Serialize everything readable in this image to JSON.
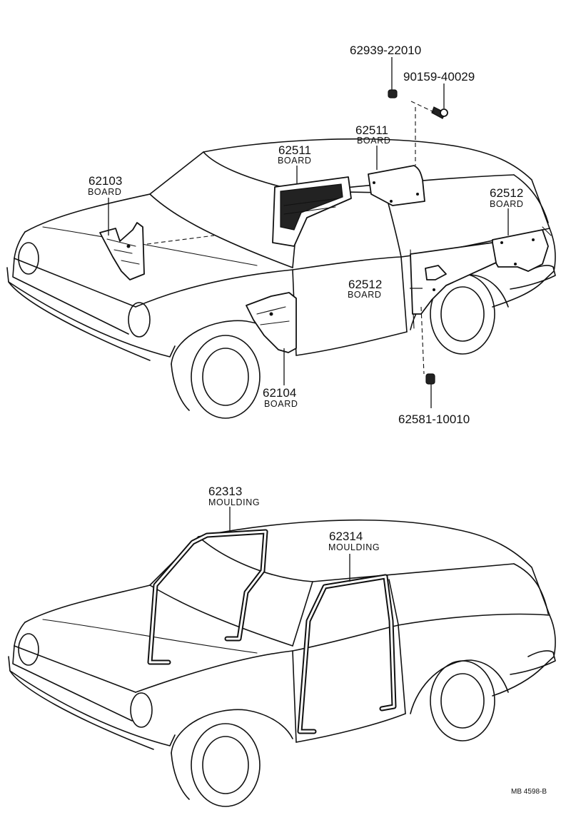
{
  "callouts": {
    "p62939": {
      "part_no": "62939-22010"
    },
    "p90159": {
      "part_no": "90159-40029"
    },
    "p62511_quarter": {
      "part_no": "62511",
      "name": "BOARD"
    },
    "p62511_cowl": {
      "part_no": "62511",
      "name": "BOARD"
    },
    "p62103": {
      "part_no": "62103",
      "name": "BOARD"
    },
    "p62512_rear": {
      "part_no": "62512",
      "name": "BOARD"
    },
    "p62512_door": {
      "part_no": "62512",
      "name": "BOARD"
    },
    "p62104": {
      "part_no": "62104",
      "name": "BOARD"
    },
    "p62581": {
      "part_no": "62581-10010"
    },
    "p62313": {
      "part_no": "62313",
      "name": "MOULDING"
    },
    "p62314": {
      "part_no": "62314",
      "name": "MOULDING"
    }
  },
  "reference_code": "MB 4598-B"
}
